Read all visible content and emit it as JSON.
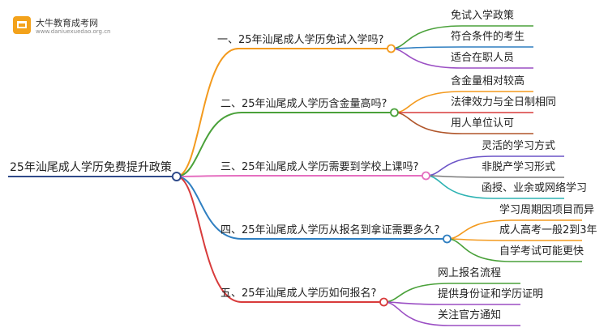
{
  "logo": {
    "name": "大牛教育成考网",
    "url": "www.daniuexuedao.org.cn"
  },
  "root": {
    "label": "25年汕尾成人学历免费提升政策"
  },
  "branches": [
    {
      "label": "一、25年汕尾成人学历免试入学吗?",
      "color": "#f39a1e",
      "leaves": [
        "免试入学政策",
        "符合条件的考生",
        "适合在职人员"
      ],
      "leaf_colors": [
        "#4aa13a",
        "#2f7fc1",
        "#9b4fc4"
      ]
    },
    {
      "label": "二、25年汕尾成人学历含金量高吗?",
      "color": "#4aa13a",
      "leaves": [
        "含金量相对较高",
        "法律效力与全日制相同",
        "用人单位认可"
      ],
      "leaf_colors": [
        "#f39a1e",
        "#d83b3b",
        "#b0552a"
      ]
    },
    {
      "label": "三、25年汕尾成人学历需要到学校上课吗?",
      "color": "#e56fc0",
      "leaves": [
        "灵活的学习方式",
        "非脱产学习形式",
        "函授、业余或网络学习"
      ],
      "leaf_colors": [
        "#6c54c7",
        "#7a7a7a",
        "#2eb3b3"
      ]
    },
    {
      "label": "四、25年汕尾成人学历从报名到拿证需要多久?",
      "color": "#2f7fc1",
      "leaves": [
        "学习周期因项目而异",
        "成人高考一般2到3年",
        "自学考试可能更快"
      ],
      "leaf_colors": [
        "#f39a1e",
        "#f39a1e",
        "#4aa13a"
      ]
    },
    {
      "label": "五、25年汕尾成人学历如何报名?",
      "color": "#d83b3b",
      "leaves": [
        "网上报名流程",
        "提供身份证和学历证明",
        "关注官方通知"
      ],
      "leaf_colors": [
        "#4aa13a",
        "#9b4fc4",
        "#9b4fc4"
      ]
    }
  ]
}
